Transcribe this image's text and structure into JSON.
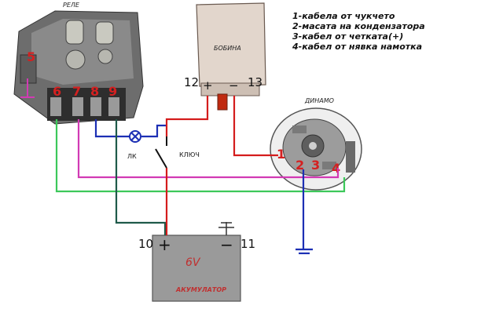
{
  "legend": [
    "1-кабела от чукчето",
    "2-масата на кондензатора",
    "3-кабел от четката(+)",
    "4-кабел от нявка намотка"
  ],
  "relay": {
    "title": "РЕЛЕ",
    "terminals": [
      "5",
      "6",
      "7",
      "8",
      "9"
    ]
  },
  "coil": {
    "title": "БОБИНА",
    "terminal_plus_number": "12",
    "terminal_minus_number": "13",
    "plus_sign": "+",
    "minus_sign": "−"
  },
  "dynamo": {
    "title": "ДИНАМО",
    "terminals": [
      "1",
      "2",
      "3",
      "4"
    ]
  },
  "battery": {
    "title": "АКУМУЛАТОР",
    "voltage": "6V",
    "terminal_plus_number": "10",
    "terminal_minus_number": "11",
    "plus_sign": "+",
    "minus_sign": "−"
  },
  "lamp_label": "ЛК",
  "switch_label": "КЛЮЧ",
  "colors": {
    "red": "#d41c1c",
    "green": "#3cc85a",
    "magenta": "#d23ab4",
    "blue": "#1c2fb4",
    "darkgreen": "#1f5a4a",
    "battery_body": "#9a9a9a",
    "coil_body": "#e2d6cc"
  }
}
